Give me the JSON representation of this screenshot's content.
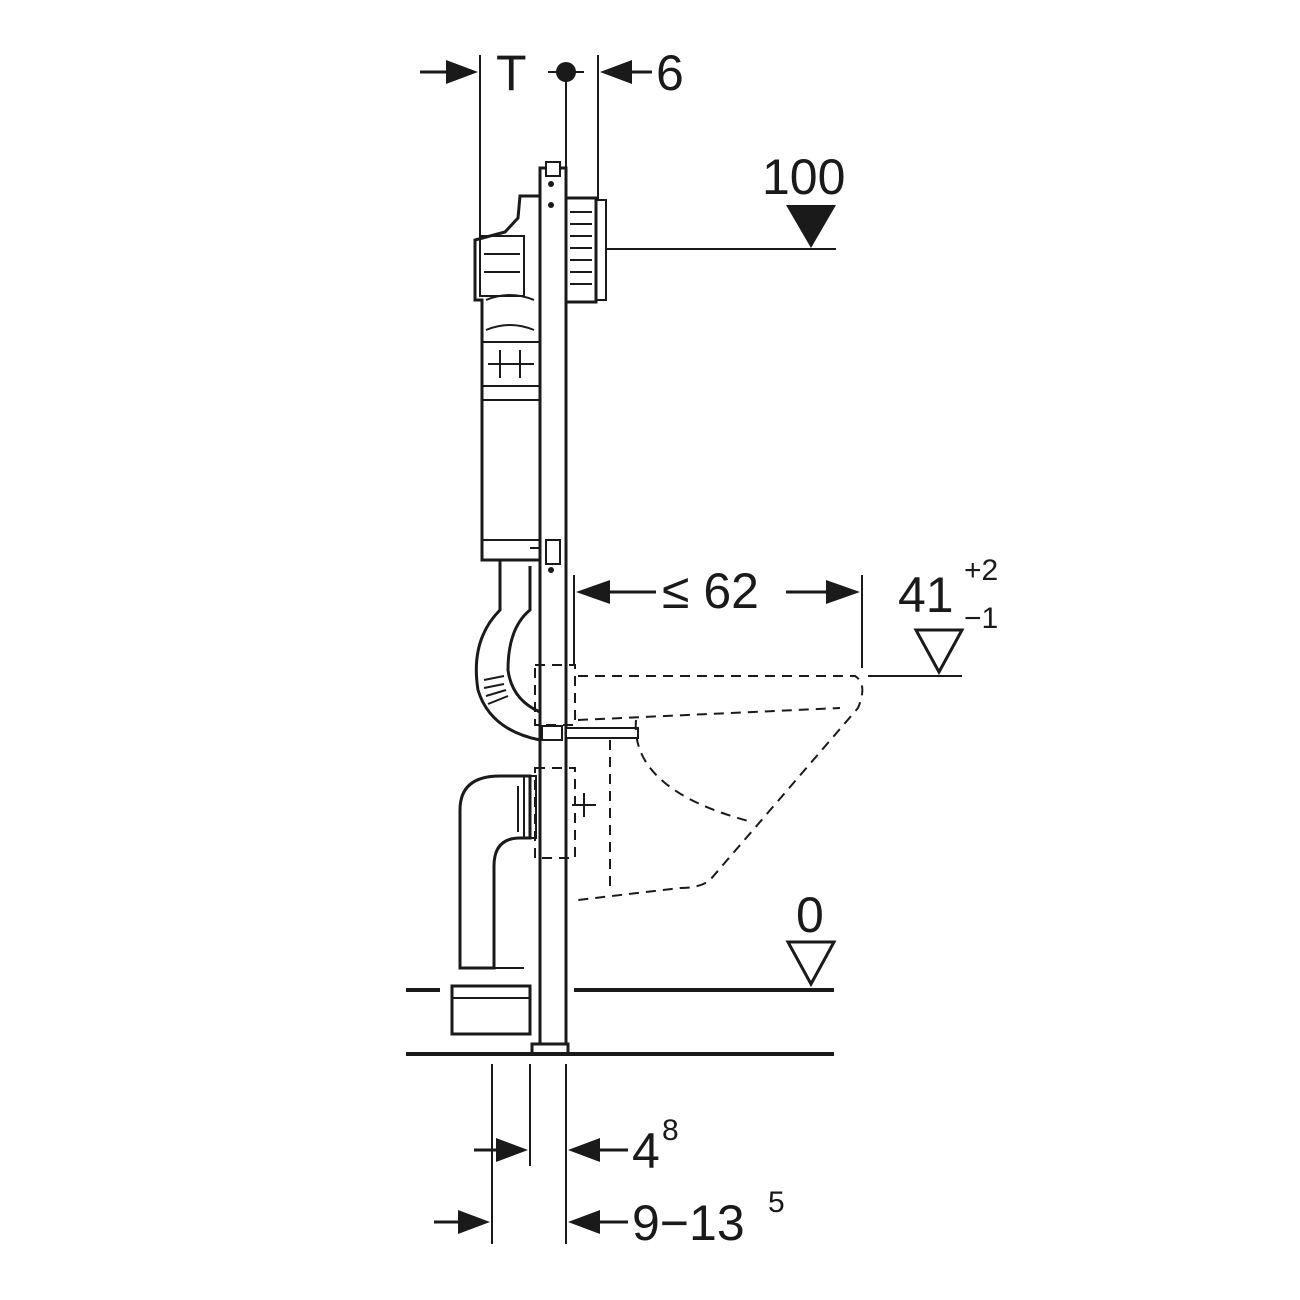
{
  "dimensions": {
    "t_label": "T",
    "six": "6",
    "hundred": "100",
    "max62": "≤ 62",
    "h41": "41",
    "h41_plus": "+2",
    "h41_minus": "−1",
    "zero": "0",
    "four_base": "4",
    "four_sup": "8",
    "range_base": "9−13",
    "range_sup": "5"
  },
  "colors": {
    "line": "#1a1a1a",
    "background": "#ffffff"
  }
}
